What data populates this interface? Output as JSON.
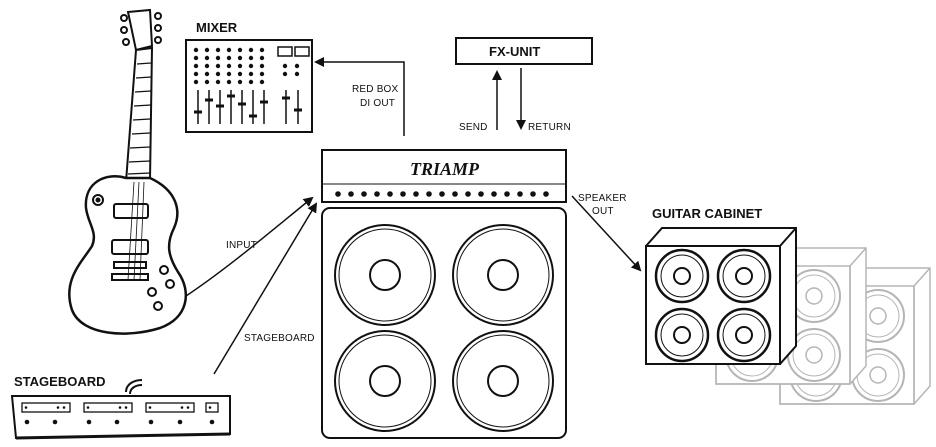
{
  "labels": {
    "mixer": "MIXER",
    "fx_unit": "FX-UNIT",
    "red_box_line1": "RED BOX",
    "red_box_line2": "DI OUT",
    "send": "SEND",
    "return": "RETURN",
    "amp_brand": "TRIAMP",
    "speaker_out_line1": "SPEAKER",
    "speaker_out_line2": "OUT",
    "guitar_cabinet": "GUITAR CABINET",
    "input": "INPUT",
    "stageboard_cable": "STAGEBOARD",
    "stageboard": "STAGEBOARD"
  },
  "colors": {
    "ink": "#111111",
    "ghost": "#b5b5b5"
  }
}
